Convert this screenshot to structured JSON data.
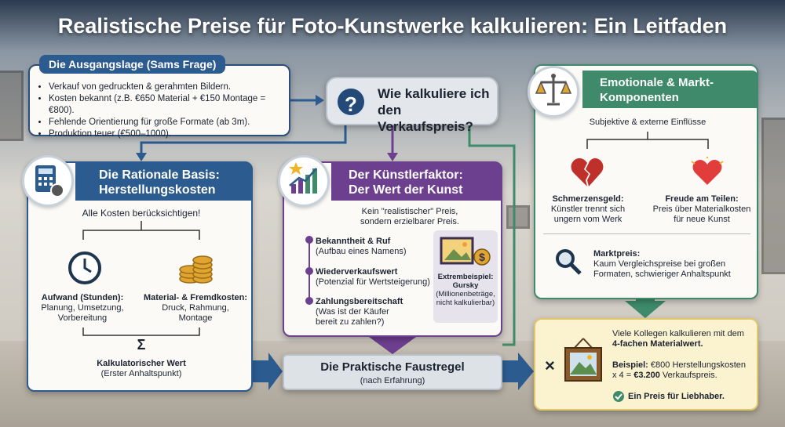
{
  "title": "Realistische Preise für Foto-Kunstwerke kalkulieren: Ein Leitfaden",
  "start": {
    "header": "Die Ausgangslage (Sams Frage)",
    "bullets": [
      "Verkauf von gedruckten & gerahmten Bildern.",
      "Kosten bekannt (z.B. €650 Material + €150 Montage = €800).",
      "Fehlende Orientierung für große Formate (ab 3m).",
      "Produktion teuer (€500–1000)."
    ]
  },
  "question": {
    "icon": "question-mark-icon",
    "symbol": "?",
    "line1": "Wie kalkuliere ich",
    "line2": "den Verkaufspreis?"
  },
  "rational": {
    "header_line1": "Die Rationale Basis:",
    "header_line2": "Herstellungskosten",
    "intro": "Alle Kosten berücksichtigen!",
    "left_title": "Aufwand (Stunden):",
    "left_l1": "Planung, Umsetzung,",
    "left_l2": "Vorbereitung",
    "right_title": "Material- & Fremdkosten:",
    "right_l1": "Druck, Rahmung,",
    "right_l2": "Montage",
    "sigma": "Σ",
    "result_title": "Kalkulatorischer Wert",
    "result_sub": "(Erster Anhaltspunkt)"
  },
  "artist": {
    "header_line1": "Der Künstlerfaktor:",
    "header_line2": "Der Wert der Kunst",
    "intro_l1": "Kein \"realistischer\" Preis,",
    "intro_l2": "sondern erzielbarer Preis.",
    "items": [
      {
        "title": "Bekanntheit & Ruf",
        "sub1": "(Aufbau eines Namens)",
        "sub2": ""
      },
      {
        "title": "Wiederverkaufswert",
        "sub1": "(Potenzial für Wertsteigerung)",
        "sub2": ""
      },
      {
        "title": "Zahlungsbereitschaft",
        "sub1": "(Was ist der Käufer",
        "sub2": "bereit zu zahlen?)"
      }
    ],
    "example_title": "Extrembeispiel:",
    "example_name": "Gursky",
    "example_sub1": "(Millionenbeträge,",
    "example_sub2": "nicht kalkulierbar)"
  },
  "emo": {
    "header_line1": "Emotionale & Markt-",
    "header_line2": "Komponenten",
    "intro": "Subjektive & externe Einflüsse",
    "left_title": "Schmerzensgeld:",
    "left_l1": "Künstler trennt sich",
    "left_l2": "ungern vom Werk",
    "right_title": "Freude am Teilen:",
    "right_l1": "Preis über Materialkosten",
    "right_l2": "für neue Kunst",
    "market_title": "Marktpreis:",
    "market_l1": "Kaum Vergleichspreise bei großen",
    "market_l2": "Formaten, schwieriger Anhaltspunkt"
  },
  "rule": {
    "title": "Die Praktische Faustregel",
    "sub": "(nach Erfahrung)"
  },
  "result": {
    "times": "×",
    "l1": "Viele Kollegen kalkulieren mit dem",
    "l2": "4-fachen Materialwert.",
    "ex_label": "Beispiel:",
    "ex_l1": " €800 Herstellungskosten",
    "ex_l2a": "x 4 = ",
    "ex_l2b": "€3.200",
    "ex_l2c": " Verkaufspreis.",
    "final": "Ein Preis für Liebhaber."
  },
  "colors": {
    "blue": "#2c5b8f",
    "purple": "#6d3f8f",
    "green": "#3e8a6a",
    "gold": "#e2c66a"
  }
}
